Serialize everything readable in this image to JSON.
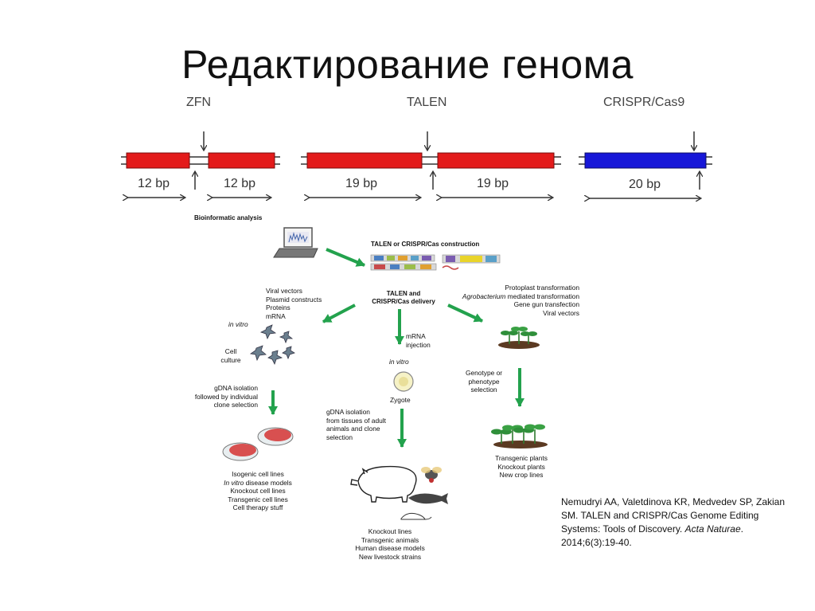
{
  "title": "Редактирование генома",
  "methods": {
    "zfn": {
      "name": "ZFN",
      "left_bp": "12 bp",
      "right_bp": "12 bp"
    },
    "talen": {
      "name": "TALEN",
      "left_bp": "19 bp",
      "right_bp": "19 bp"
    },
    "crispr": {
      "name": "CRISPR/Cas9",
      "bp": "20 bp"
    }
  },
  "flow": {
    "bioinformatic": "Bioinformatic analysis",
    "construction": "TALEN or CRISPR/Cas construction",
    "delivery": [
      "TALEN and",
      "CRISPR/Cas delivery"
    ],
    "left_methods": [
      "Viral vectors",
      "Plasmid constructs",
      "Proteins",
      "mRNA"
    ],
    "left_in_vitro": "in vitro",
    "cell_culture": [
      "Cell",
      "culture"
    ],
    "gdna_left": [
      "gDNA isolation",
      "followed by individual",
      "clone selection"
    ],
    "left_results": {
      "line1": "Isogenic cell lines",
      "line2_em": "In vitro",
      "line2_rest": " disease models",
      "line3": "Knockout cell lines",
      "line4": "Transgenic cell lines",
      "line5": "Cell therapy stuff"
    },
    "mrna": [
      "mRNA",
      "injection"
    ],
    "center_in_vitro": "in vitro",
    "zygote": "Zygote",
    "gdna_center": [
      "gDNA isolation",
      "from tissues of adult",
      "animals and clone",
      "selection"
    ],
    "center_results": [
      "Knockout lines",
      "Transgenic animals",
      "Human disease models",
      "New livestock strains"
    ],
    "right_methods": {
      "line1": "Protoplast transformation",
      "line2_em": "Agrobacterium",
      "line2_rest": " mediated transformation",
      "line3": "Gene gun transfection",
      "line4": "Viral vectors"
    },
    "genotype": [
      "Genotype or",
      "phenotype",
      "selection"
    ],
    "right_results": [
      "Transgenic plants",
      "Knockout plants",
      "New crop lines"
    ]
  },
  "citation": {
    "text": "Nemudryi AA, Valetdinova KR, Medvedev SP, Zakian SM. TALEN and CRISPR/Cas Genome Editing Systems: Tools of Discovery. ",
    "journal": "Acta Naturae",
    "rest": ". 2014;6(3):19-40."
  },
  "colors": {
    "red": "#e31b1b",
    "blue": "#1717d8",
    "green": "#23a24d"
  }
}
